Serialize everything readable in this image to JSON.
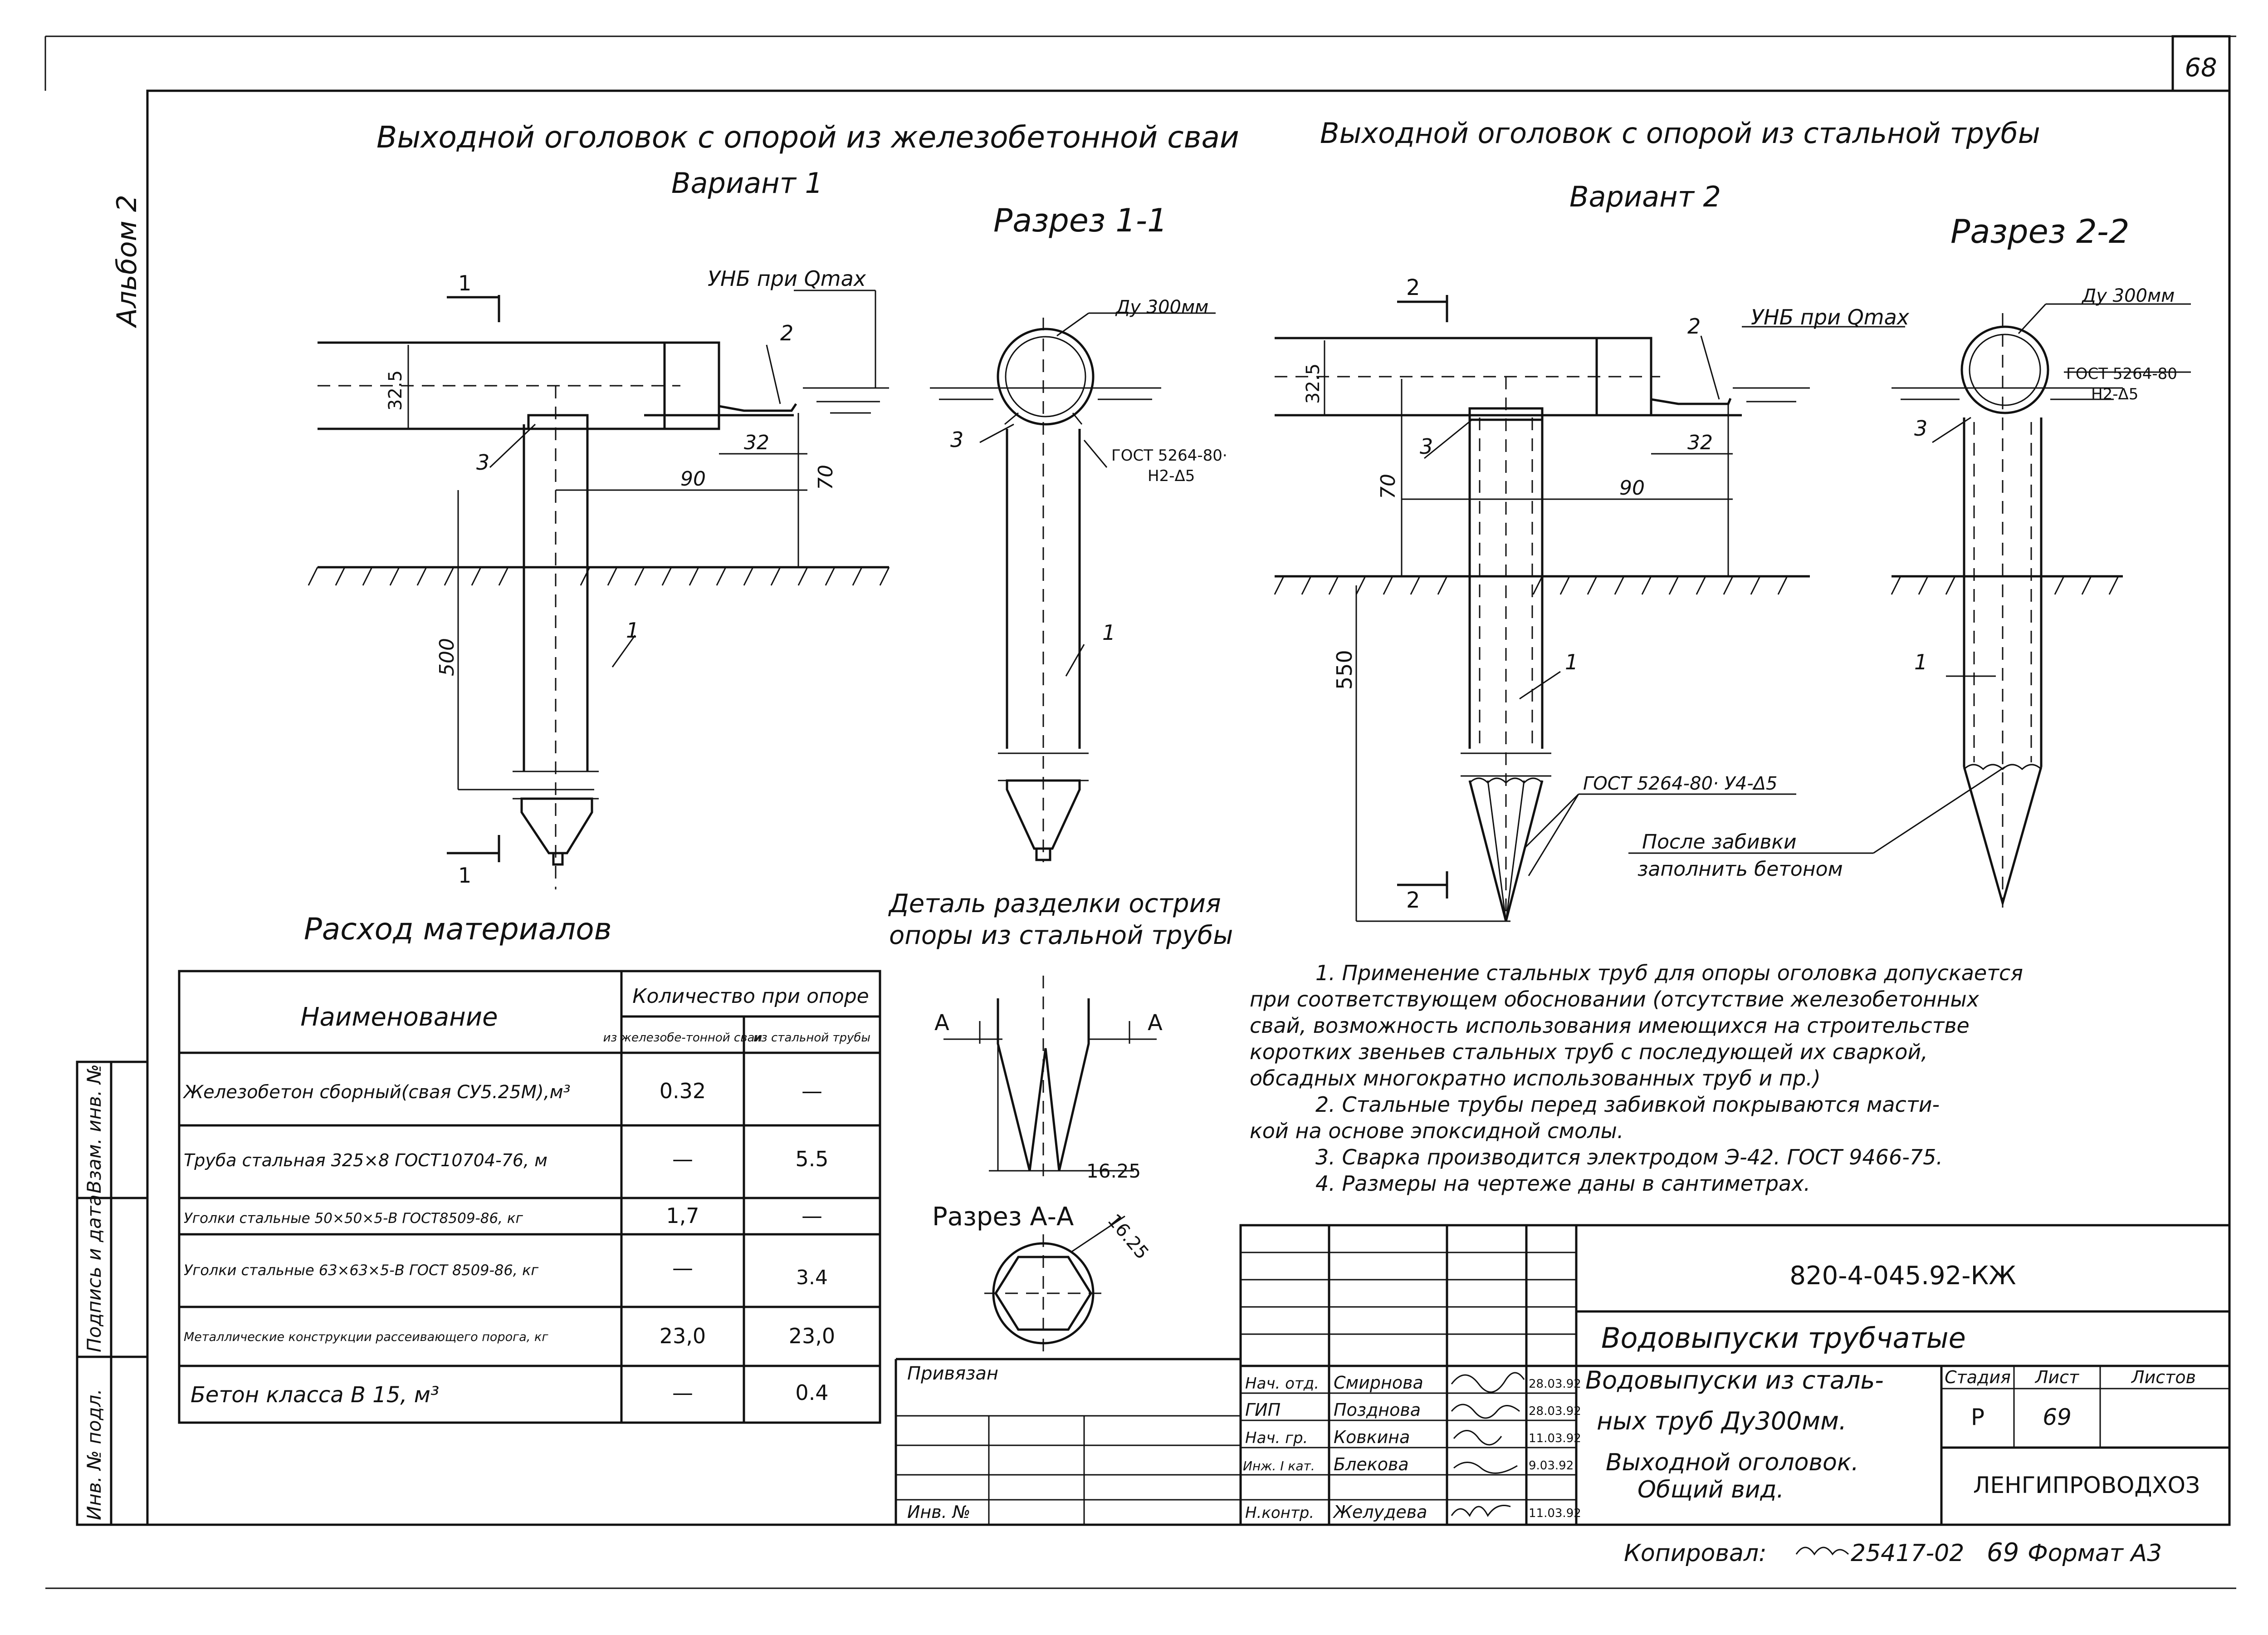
{
  "sheet_corner_number": "68",
  "album_label": "Альбом 2",
  "title_left": "Выходной оголовок с опорой из железобетонной сваи",
  "variant_left": "Вариант 1",
  "section_11": "Разрез 1-1",
  "title_right": "Выходной оголовок с опорой из стальной трубы",
  "variant_right": "Вариант 2",
  "section_22": "Разрез 2-2",
  "detail_title_line1": "Деталь разделки острия",
  "detail_title_line2": "опоры из стальной трубы",
  "section_aa": "Разрез А-А",
  "materials_heading": "Расход материалов",
  "labels": {
    "unb": "УНБ при Qmax",
    "du300": "Ду 300мм",
    "gost_weld_1": "ГОСТ 5264-80·",
    "weld_h2": "H2-Δ5",
    "gost_weld_2": "ГОСТ 5264-80",
    "weld_h2b": "H2-Δ5",
    "gost_weld_3": "ГОСТ 5264-80· У4-Δ5",
    "after_driving_1": "После забивки",
    "after_driving_2": "заполнить бетоном",
    "sec1": "1",
    "sec2": "2",
    "A": "А",
    "n1": "1",
    "n2": "2",
    "n3": "3"
  },
  "dims": {
    "d325": "32.5",
    "d32": "32",
    "d90": "90",
    "d70": "70",
    "d500": "500",
    "d550": "550",
    "d1625": "16.25",
    "d1625b": "16.25"
  },
  "materials_table": {
    "col_name": "Наименование",
    "col_qty": "Количество при опоре",
    "col_rc": "из железобе-тонной сваи",
    "col_steel": "из стальной трубы",
    "rows": [
      {
        "name": "Железобетон сборный(свая СУ5.25М),м³",
        "rc": "0.32",
        "steel": "—"
      },
      {
        "name": "Труба стальная 325×8 ГОСТ10704-76, м",
        "rc": "—",
        "steel": "5.5"
      },
      {
        "name": "Уголки стальные 50×50×5-В ГОСТ8509-86, кг",
        "rc": "1,7",
        "steel": "—"
      },
      {
        "name": "Уголки стальные 63×63×5-В ГОСТ 8509-86, кг",
        "rc": "—",
        "steel": "3.4"
      },
      {
        "name": "Металлические конструкции рассеивающего порога, кг",
        "rc": "23,0",
        "steel": "23,0"
      },
      {
        "name": "Бетон класса В 15, м³",
        "rc": "—",
        "steel": "0.4"
      }
    ]
  },
  "notes": [
    "1. Применение стальных труб для опоры оголовка допускается",
    "при соответствующем обосновании (отсутствие железобетонных",
    "свай, возможность использования имеющихся на строительстве",
    "коротких звеньев стальных труб с последующей их сваркой,",
    "обсадных многократно использованных труб и пр.)",
    "2. Стальные трубы перед забивкой покрываются масти-",
    "кой на основе эпоксидной смолы.",
    "3. Сварка производится электродом Э-42. ГОСТ 9466-75.",
    "4. Размеры на чертеже даны в сантиметрах."
  ],
  "title_block": {
    "code": "820-4-045.92-КЖ",
    "project": "Водовыпуски трубчатые",
    "name_line1": "Водовыпуски из сталь-",
    "name_line2": "ных труб Ду300мм.",
    "sheet_line1": "Выходной оголовок.",
    "sheet_line2": "Общий вид.",
    "stage_h": "Стадия",
    "sheet_h": "Лист",
    "sheets_h": "Листов",
    "stage": "Р",
    "sheet": "69",
    "org": "ЛЕНГИПРОВОДХОЗ",
    "privyazan": "Привязан",
    "inv_no": "Инв. №",
    "people": [
      {
        "role": "Нач. отд.",
        "name": "Смирнова",
        "date": "28.03.92"
      },
      {
        "role": "ГИП",
        "name": "Позднова",
        "date": "28.03.92"
      },
      {
        "role": "Нач. гр.",
        "name": "Ковкина",
        "date": "11.03.92"
      },
      {
        "role": "Инж. I кат.",
        "name": "Блекова",
        "date": "9.03.92"
      },
      {
        "role": "Н.контр.",
        "name": "Желудева",
        "date": "11.03.92"
      }
    ]
  },
  "side_stamp": [
    "Инв. № подл.",
    "Подпись и дата",
    "Взам. инв. №"
  ],
  "copied": "Копировал:",
  "copied_num": "25417-02",
  "copied_sheet": "69",
  "format": "Формат А3"
}
